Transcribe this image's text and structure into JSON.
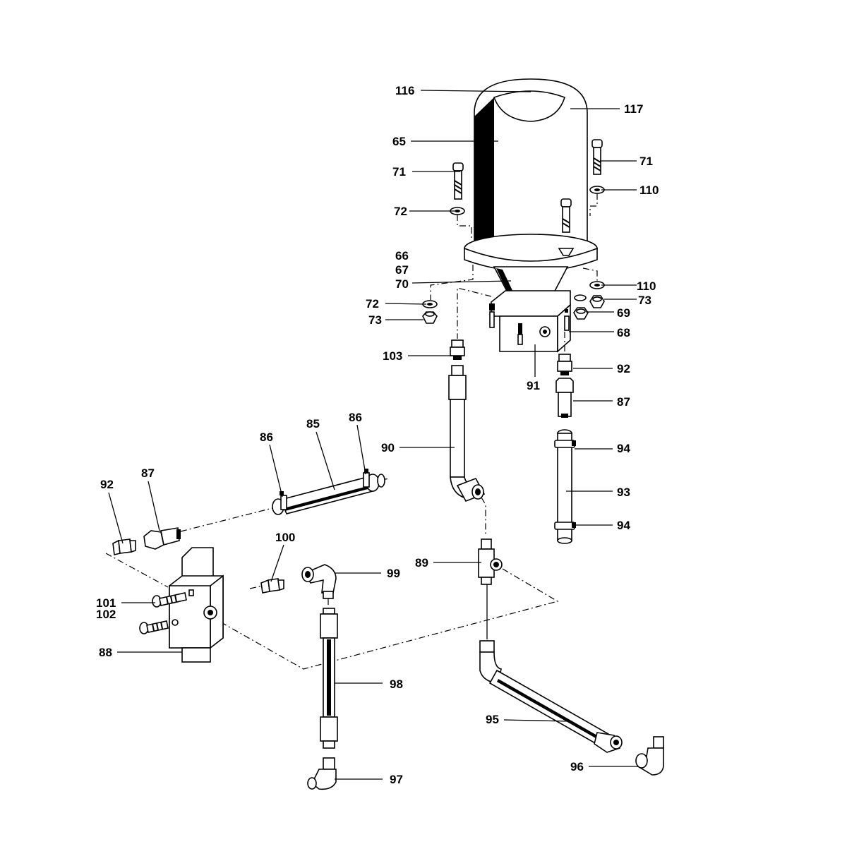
{
  "callouts": {
    "c116": "116",
    "c117": "117",
    "c65": "65",
    "c71_left": "71",
    "c71_right": "71",
    "c72_top": "72",
    "c110_top": "110",
    "c66": "66",
    "c67": "67",
    "c70": "70",
    "c110_mid": "110",
    "c73_right": "73",
    "c72_left": "72",
    "c73_left": "73",
    "c69": "69",
    "c68": "68",
    "c103": "103",
    "c92_right": "92",
    "c91": "91",
    "c87_right": "87",
    "c90": "90",
    "c94_top": "94",
    "c93": "93",
    "c94_bottom": "94",
    "c86_left": "86",
    "c85": "85",
    "c86_right": "86",
    "c92_left": "92",
    "c87_left": "87",
    "c100": "100",
    "c99": "99",
    "c89": "89",
    "c101": "101",
    "c102": "102",
    "c88": "88",
    "c98": "98",
    "c95": "95",
    "c96": "96",
    "c97": "97"
  }
}
